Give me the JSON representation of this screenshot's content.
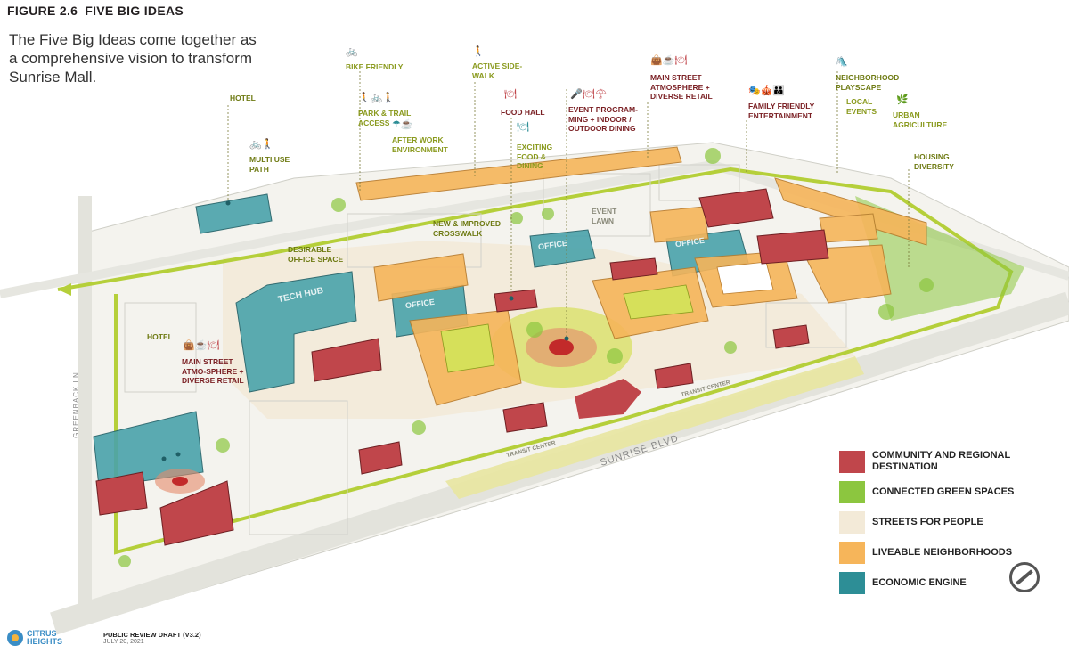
{
  "figure": {
    "number": "FIGURE 2.6",
    "title": "FIVE BIG IDEAS",
    "intro": "The Five Big Ideas come together as a comprehensive vision to transform Sunrise Mall."
  },
  "colors": {
    "community_regional": "#c0464b",
    "connected_green": "#8cc63f",
    "streets_people": "#f3ead8",
    "liveable": "#f6b55a",
    "economic": "#2d8e96"
  },
  "labels": {
    "hotel_top": "HOTEL",
    "multi_use_path": "MULTI USE PATH",
    "bike_friendly": "BIKE FRIENDLY",
    "park_trail_access": "PARK & TRAIL ACCESS",
    "after_work": "AFTER WORK ENVIRONMENT",
    "active_sidewalk": "ACTIVE SIDE-WALK",
    "food_hall": "FOOD HALL",
    "exciting_food": "EXCITING FOOD & DINING",
    "event_programming": "EVENT PROGRAM-MING + INDOOR / OUTDOOR DINING",
    "main_street_top": "MAIN STREET ATMOSPHERE + DIVERSE RETAIL",
    "family_friendly": "FAMILY FRIENDLY ENTERTAINMENT",
    "neighborhood_playscape": "NEIGHBORHOOD PLAYSCAPE",
    "local_events": "LOCAL EVENTS",
    "urban_agriculture": "URBAN AGRICULTURE",
    "housing_diversity": "HOUSING DIVERSITY",
    "desirable_office": "DESIRABLE OFFICE SPACE",
    "new_crosswalk": "NEW & IMPROVED CROSSWALK",
    "event_lawn": "EVENT LAWN",
    "hotel_left": "HOTEL",
    "main_street_left": "MAIN STREET ATMO-SPHERE + DIVERSE RETAIL",
    "tech_hub": "TECH HUB",
    "office_1": "OFFICE",
    "office_2": "OFFICE",
    "office_3": "OFFICE",
    "transit_center_1": "TRANSIT CENTER",
    "transit_center_2": "TRANSIT CENTER",
    "sunrise_blvd": "SUNRISE BLVD",
    "greenback_ln": "GREENBACK LN"
  },
  "legend": [
    {
      "key": "community_regional",
      "label": "COMMUNITY AND REGIONAL DESTINATION"
    },
    {
      "key": "connected_green",
      "label": "CONNECTED GREEN SPACES"
    },
    {
      "key": "streets_people",
      "label": "STREETS FOR PEOPLE"
    },
    {
      "key": "liveable",
      "label": "LIVEABLE NEIGHBORHOODS"
    },
    {
      "key": "economic",
      "label": "ECONOMIC ENGINE"
    }
  ],
  "footer": {
    "logo_text": "CITRUS HEIGHTS",
    "draft": "PUBLIC REVIEW DRAFT (V3.2)",
    "date": "JULY 20, 2021"
  },
  "icons": [
    "bike-icon",
    "walk-icon",
    "food-icon",
    "coffee-icon",
    "shopping-icon",
    "playground-icon",
    "leaf-icon",
    "family-icon",
    "compass-icon"
  ]
}
